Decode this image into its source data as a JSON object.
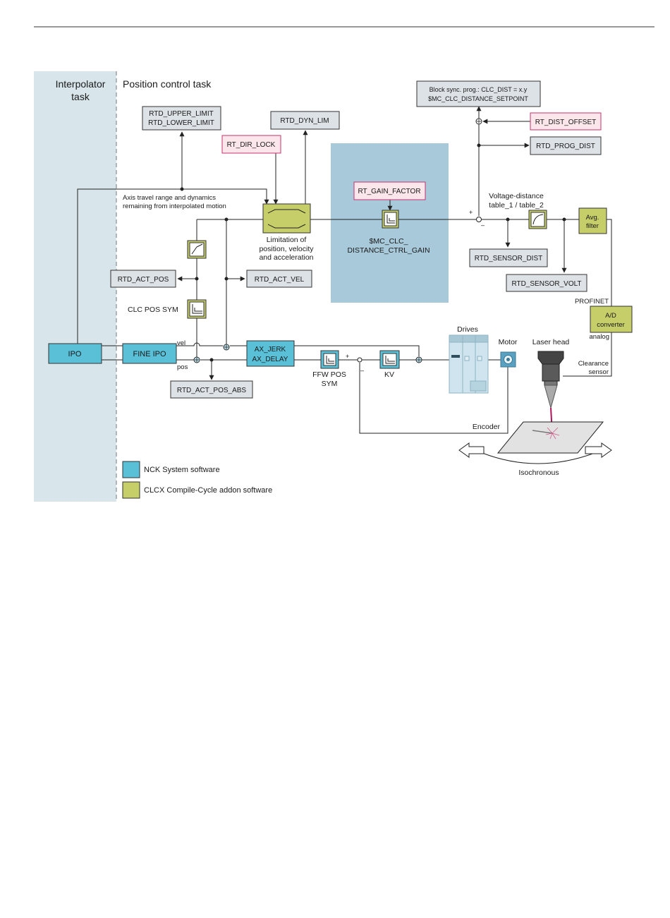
{
  "colors": {
    "ipo_panel": "#d8e6ec",
    "blue_region": "#a7c9da",
    "nck_block": "#59c0d7",
    "clcx_block": "#c6ce6a",
    "gray_block": "#dde2e6",
    "pink_block": "#fbe6ec",
    "pink_border": "#c7336c",
    "laser_beam": "#b0135a"
  },
  "headers": {
    "interpolator_line1": "Interpolator",
    "interpolator_line2": "task",
    "position_control": "Position control task"
  },
  "blocks": {
    "rtd_upper_limit": "RTD_UPPER_LIMIT",
    "rtd_lower_limit": "RTD_LOWER_LIMIT",
    "rtd_dyn_lim": "RTD_DYN_LIM",
    "rt_dir_lock": "RT_DIR_LOCK",
    "rt_gain_factor": "RT_GAIN_FACTOR",
    "block_sync_line1": "Block sync. prog.: CLC_DIST = x.y",
    "block_sync_line2": "$MC_CLC_DISTANCE_SETPOINT",
    "rt_dist_offset": "RT_DIST_OFFSET",
    "rtd_prog_dist": "RTD_PROG_DIST",
    "rtd_sensor_dist": "RTD_SENSOR_DIST",
    "rtd_sensor_volt": "RTD_SENSOR_VOLT",
    "rtd_act_pos": "RTD_ACT_POS",
    "rtd_act_vel": "RTD_ACT_VEL",
    "rtd_act_pos_abs": "RTD_ACT_POS_ABS",
    "ipo": "IPO",
    "fine_ipo": "FINE IPO",
    "ax_jerk": "AX_JERK",
    "ax_delay": "AX_DELAY",
    "avg_filter_line1": "Avg.",
    "avg_filter_line2": "filter",
    "ad_converter_line1": "A/D",
    "ad_converter_line2": "converter"
  },
  "labels": {
    "axis_travel_line1": "Axis travel range and dynamics",
    "axis_travel_line2": "remaining from interpolated motion",
    "limitation_line1": "Limitation of",
    "limitation_line2": "position, velocity",
    "limitation_line3": "and acceleration",
    "gain_line1": "$MC_CLC_",
    "gain_line2": "DISTANCE_CTRL_GAIN",
    "voltage_distance_line1": "Voltage-distance",
    "voltage_distance_line2": "table_1 / table_2",
    "clc_pos_sym": "CLC POS SYM",
    "ffw_pos_line1": "FFW POS",
    "ffw_pos_line2": "SYM",
    "kv": "KV",
    "vel": "vel",
    "pos": "pos",
    "plus": "+",
    "minus": "–",
    "drives": "Drives",
    "motor": "Motor",
    "laser_head": "Laser head",
    "profinet": "PROFINET",
    "analog": "analog",
    "clearance_line1": "Clearance",
    "clearance_line2": "sensor",
    "encoder": "Encoder",
    "isochronous": "Isochronous"
  },
  "legend": {
    "nck": "NCK System software",
    "clcx": "CLCX Compile-Cycle addon software"
  },
  "icons": [
    "drive-unit-icon",
    "motor-icon",
    "laser-head-icon",
    "workpiece-icon",
    "summing-junction-icon"
  ]
}
